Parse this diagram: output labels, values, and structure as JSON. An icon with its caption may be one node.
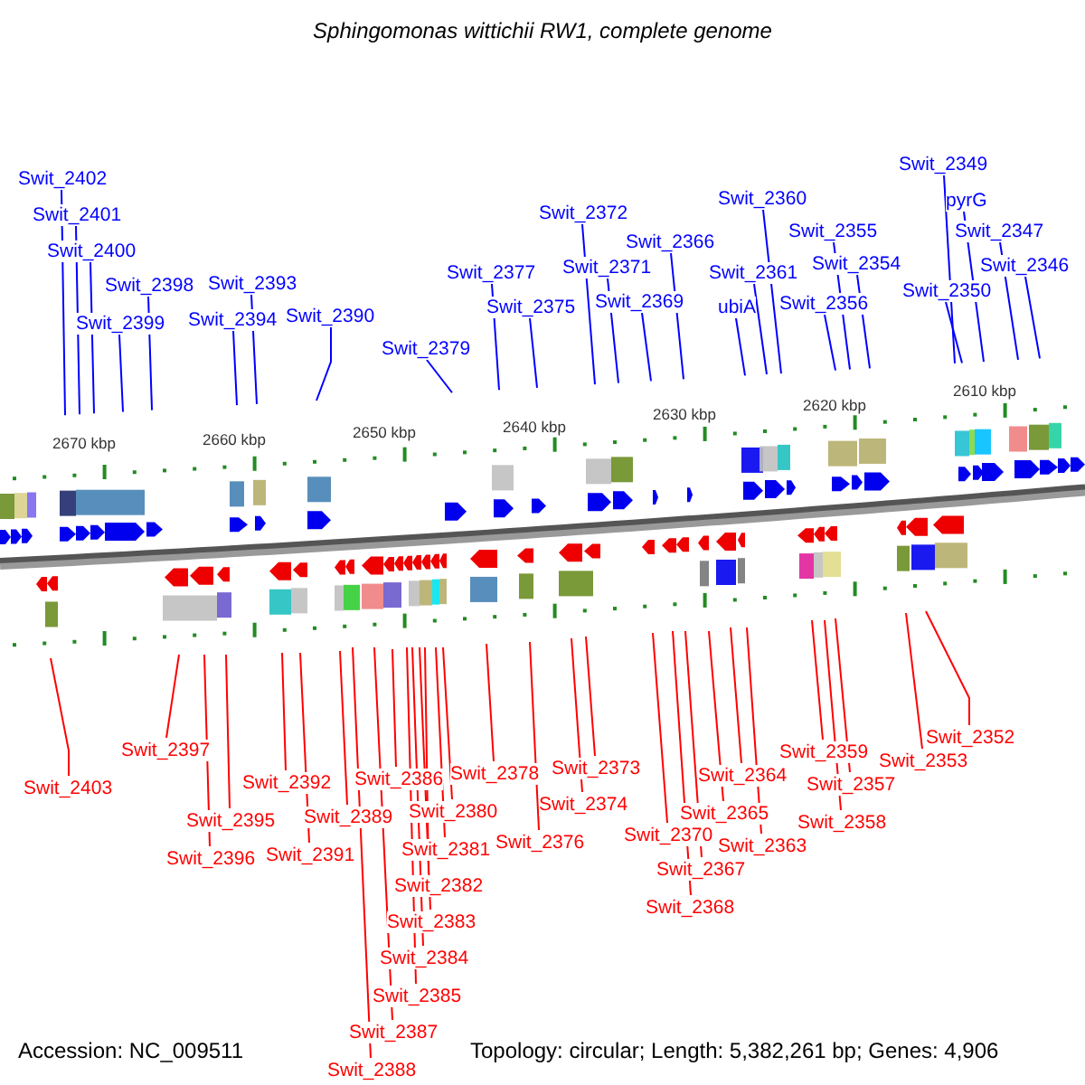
{
  "diagram": {
    "title": "Sphingomonas wittichii RW1, complete genome",
    "nodes": [
      {
        "text": [
          "Swit_2402"
        ]
      },
      {
        "text": [
          "Swit_2401"
        ]
      },
      {
        "text": [
          "Swit_2400"
        ]
      },
      {
        "text": [
          "Swit_2398"
        ]
      },
      {
        "text": [
          "Swit_2399"
        ]
      },
      {
        "text": [
          "Swit_2393"
        ]
      },
      {
        "text": [
          "Swit_2394"
        ]
      },
      {
        "text": [
          "Swit_2390"
        ]
      },
      {
        "text": [
          "Swit_2379"
        ]
      },
      {
        "text": [
          "Swit_2377"
        ]
      },
      {
        "text": [
          "Swit_2375"
        ]
      },
      {
        "text": [
          "Swit_2372"
        ]
      },
      {
        "text": [
          "Swit_2371"
        ]
      },
      {
        "text": [
          "Swit_2369"
        ]
      },
      {
        "text": [
          "Swit_2366"
        ]
      },
      {
        "text": [
          "Swit_2360"
        ]
      },
      {
        "text": [
          "Swit_2361"
        ]
      },
      {
        "text": [
          "ubiA"
        ]
      },
      {
        "text": [
          "Swit_2355"
        ]
      },
      {
        "text": [
          "Swit_2354"
        ]
      },
      {
        "text": [
          "Swit_2356"
        ]
      },
      {
        "text": [
          "Swit_2349"
        ]
      },
      {
        "text": [
          "pyrG"
        ]
      },
      {
        "text": [
          "Swit_2347"
        ]
      },
      {
        "text": [
          "Swit_2346"
        ]
      },
      {
        "text": [
          "Swit_2350"
        ]
      },
      {
        "text": [
          "Swit_2403"
        ]
      },
      {
        "text": [
          "Swit_2397"
        ]
      },
      {
        "text": [
          "Swit_2395"
        ]
      },
      {
        "text": [
          "Swit_2396"
        ]
      },
      {
        "text": [
          "Swit_2392"
        ]
      },
      {
        "text": [
          "Swit_2391"
        ]
      },
      {
        "text": [
          "Swit_2389"
        ]
      },
      {
        "text": [
          "Swit_2386"
        ]
      },
      {
        "text": [
          "Swit_2380"
        ]
      },
      {
        "text": [
          "Swit_2381"
        ]
      },
      {
        "text": [
          "Swit_2382"
        ]
      },
      {
        "text": [
          "Swit_2383"
        ]
      },
      {
        "text": [
          "Swit_2384"
        ]
      },
      {
        "text": [
          "Swit_2385"
        ]
      },
      {
        "text": [
          "Swit_2387"
        ]
      },
      {
        "text": [
          "Swit_2388"
        ]
      },
      {
        "text": [
          "Swit_2378"
        ]
      },
      {
        "text": [
          "Swit_2376"
        ]
      },
      {
        "text": [
          "Swit_2373"
        ]
      },
      {
        "text": [
          "Swit_2374"
        ]
      },
      {
        "text": [
          "Swit_2370"
        ]
      },
      {
        "text": [
          "Swit_2364"
        ]
      },
      {
        "text": [
          "Swit_2365"
        ]
      },
      {
        "text": [
          "Swit_2363"
        ]
      },
      {
        "text": [
          "Swit_2367"
        ]
      },
      {
        "text": [
          "Swit_2368"
        ]
      },
      {
        "text": [
          "Swit_2359"
        ]
      },
      {
        "text": [
          "Swit_2357"
        ]
      },
      {
        "text": [
          "Swit_2358"
        ]
      },
      {
        "text": [
          "Swit_2353"
        ]
      },
      {
        "text": [
          "Swit_2352"
        ]
      }
    ],
    "edges": [
      {
        "from": 0,
        "to": null,
        "arrow": "none",
        "color": "#0000ff"
      },
      {
        "from": 1,
        "to": null,
        "arrow": "none",
        "color": "#0000ff"
      },
      {
        "from": 2,
        "to": null,
        "arrow": "none",
        "color": "#0000ff"
      },
      {
        "from": 3,
        "to": null,
        "arrow": "none",
        "color": "#0000ff"
      },
      {
        "from": 4,
        "to": null,
        "arrow": "none",
        "color": "#0000ff"
      },
      {
        "from": 5,
        "to": null,
        "arrow": "none",
        "color": "#0000ff"
      },
      {
        "from": 6,
        "to": null,
        "arrow": "none",
        "color": "#0000ff"
      },
      {
        "from": 7,
        "to": null,
        "arrow": "none",
        "color": "#0000ff"
      },
      {
        "from": 8,
        "to": null,
        "arrow": "none",
        "color": "#0000ff"
      },
      {
        "from": 9,
        "to": null,
        "arrow": "none",
        "color": "#0000ff"
      },
      {
        "from": 10,
        "to": null,
        "arrow": "none",
        "color": "#0000ff"
      },
      {
        "from": 11,
        "to": null,
        "arrow": "none",
        "color": "#0000ff"
      },
      {
        "from": 12,
        "to": null,
        "arrow": "none",
        "color": "#0000ff"
      },
      {
        "from": 13,
        "to": null,
        "arrow": "none",
        "color": "#0000ff"
      },
      {
        "from": 14,
        "to": null,
        "arrow": "none",
        "color": "#0000ff"
      },
      {
        "from": 15,
        "to": null,
        "arrow": "none",
        "color": "#0000ff"
      },
      {
        "from": 16,
        "to": null,
        "arrow": "none",
        "color": "#0000ff"
      },
      {
        "from": 17,
        "to": null,
        "arrow": "none",
        "color": "#0000ff"
      },
      {
        "from": 18,
        "to": null,
        "arrow": "none",
        "color": "#0000ff"
      },
      {
        "from": 19,
        "to": null,
        "arrow": "none",
        "color": "#0000ff"
      },
      {
        "from": 20,
        "to": null,
        "arrow": "none",
        "color": "#0000ff"
      },
      {
        "from": 21,
        "to": null,
        "arrow": "none",
        "color": "#0000ff"
      },
      {
        "from": 22,
        "to": null,
        "arrow": "none",
        "color": "#0000ff"
      },
      {
        "from": 23,
        "to": null,
        "arrow": "none",
        "color": "#0000ff"
      },
      {
        "from": 24,
        "to": null,
        "arrow": "none",
        "color": "#0000ff"
      },
      {
        "from": 25,
        "to": null,
        "arrow": "none",
        "color": "#0000ff"
      },
      {
        "from": 26,
        "to": null,
        "arrow": "none"
      },
      {
        "from": 27,
        "to": null,
        "arrow": "none"
      },
      {
        "from": 28,
        "to": null,
        "arrow": "none"
      },
      {
        "from": 29,
        "to": null,
        "arrow": "none"
      },
      {
        "from": 30,
        "to": null,
        "arrow": "none"
      },
      {
        "from": 31,
        "to": null,
        "arrow": "none"
      },
      {
        "from": 32,
        "to": null,
        "arrow": "none"
      },
      {
        "from": 33,
        "to": null,
        "arrow": "none"
      },
      {
        "from": 34,
        "to": null,
        "arrow": "none"
      },
      {
        "from": 35,
        "to": null,
        "arrow": "none"
      },
      {
        "from": 36,
        "to": null,
        "arrow": "none"
      },
      {
        "from": 37,
        "to": null,
        "arrow": "none"
      },
      {
        "from": 38,
        "to": null,
        "arrow": "none"
      },
      {
        "from": 39,
        "to": null,
        "arrow": "none"
      },
      {
        "from": 40,
        "to": null,
        "arrow": "none"
      },
      {
        "from": 41,
        "to": null,
        "arrow": "none"
      },
      {
        "from": 42,
        "to": null,
        "arrow": "none"
      },
      {
        "from": 43,
        "to": null,
        "arrow": "none"
      },
      {
        "from": 44,
        "to": null,
        "arrow": "none"
      },
      {
        "from": 45,
        "to": null,
        "arrow": "none"
      },
      {
        "from": 46,
        "to": null,
        "arrow": "none"
      },
      {
        "from": 47,
        "to": null,
        "arrow": "none"
      },
      {
        "from": 48,
        "to": null,
        "arrow": "none"
      },
      {
        "from": 49,
        "to": null,
        "arrow": "none"
      },
      {
        "from": 50,
        "to": null,
        "arrow": "none"
      },
      {
        "from": 51,
        "to": null,
        "arrow": "none"
      },
      {
        "from": 52,
        "to": null,
        "arrow": "none"
      },
      {
        "from": 53,
        "to": null,
        "arrow": "none"
      },
      {
        "from": 54,
        "to": null,
        "arrow": "none"
      },
      {
        "from": 55,
        "to": null,
        "arrow": "none"
      },
      {
        "from": 56,
        "to": null,
        "arrow": "none"
      }
    ],
    "labels": [
      "2670 kbp",
      "2660 kbp",
      "2650 kbp",
      "2640 kbp",
      "2630 kbp",
      "2620 kbp",
      "2610 kbp",
      "Accession: NC_009511",
      "Topology: circular; Length: 5,382,261 bp; Genes: 4,906"
    ]
  }
}
